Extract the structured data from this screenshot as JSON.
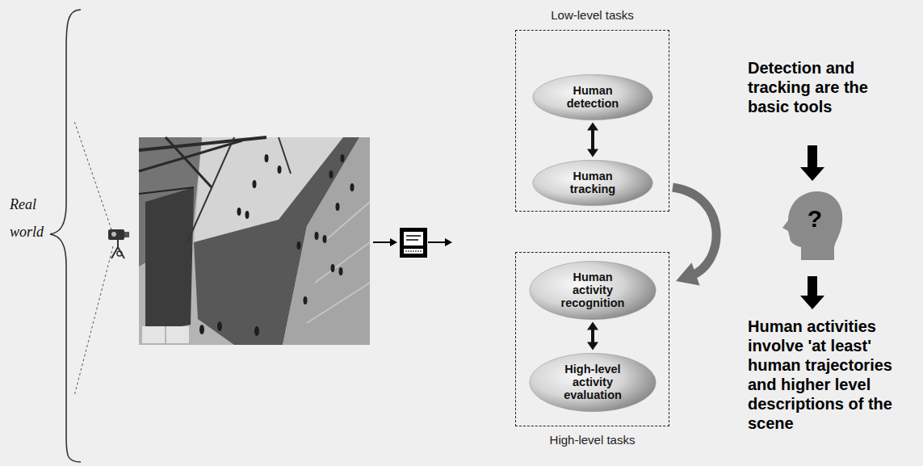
{
  "diagram": {
    "nodes": [
      {
        "text": [
          "Low-level tasks"
        ]
      },
      {
        "text": [
          "Human detection"
        ],
        "in": 0
      },
      {
        "text": [
          "Human tracking"
        ],
        "in": 0
      },
      {
        "text": [
          "High-level tasks"
        ]
      },
      {
        "text": [
          "Human activity recognition"
        ],
        "in": 3
      },
      {
        "text": [
          "High-level activity evaluation"
        ],
        "in": 3
      },
      {
        "text": [
          "?"
        ]
      }
    ],
    "edges": [
      {
        "from": 1,
        "to": 2,
        "arrow": "both"
      },
      {
        "from": 4,
        "to": 5,
        "arrow": "both"
      },
      {
        "from": 0,
        "to": 3,
        "arrow": "to"
      }
    ],
    "labels": [
      "Real world",
      "Detection and tracking are the basic tools",
      "Human activities involve 'at least' human trajectories and higher level descriptions of the scene"
    ]
  }
}
